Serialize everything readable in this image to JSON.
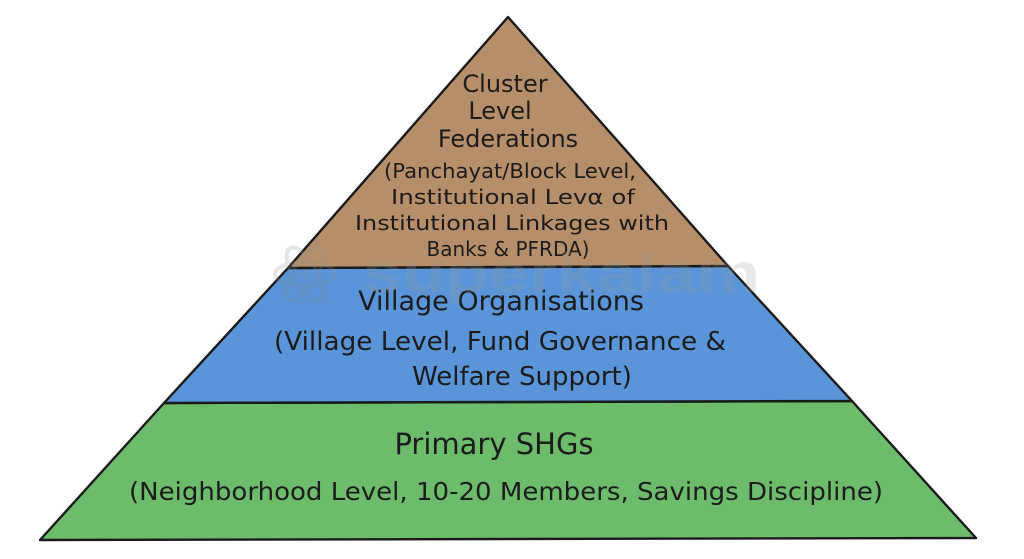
{
  "pyramid": {
    "top": {
      "title_lines": [
        "Cluster",
        "Level",
        "Federations"
      ],
      "detail_lines": [
        "(Panchayat/Block Level,",
        "Institutional Levα of",
        "Institutional Linkages with",
        "Banks & PFRDA)"
      ],
      "color": "#b78e6a"
    },
    "middle": {
      "title_lines": [
        "Village Organisations"
      ],
      "detail_lines": [
        "(Village Level, Fund Governance &",
        "Welfare Support)"
      ],
      "color": "#5995d8"
    },
    "bottom": {
      "title_lines": [
        "Primary SHGs"
      ],
      "detail_lines": [
        "(Neighborhood Level, 10-20 Members, Savings Discipline)"
      ],
      "color": "#6cbc6c"
    }
  },
  "watermark": {
    "text": "superkalam"
  },
  "outline_color": "#1a1a1a"
}
